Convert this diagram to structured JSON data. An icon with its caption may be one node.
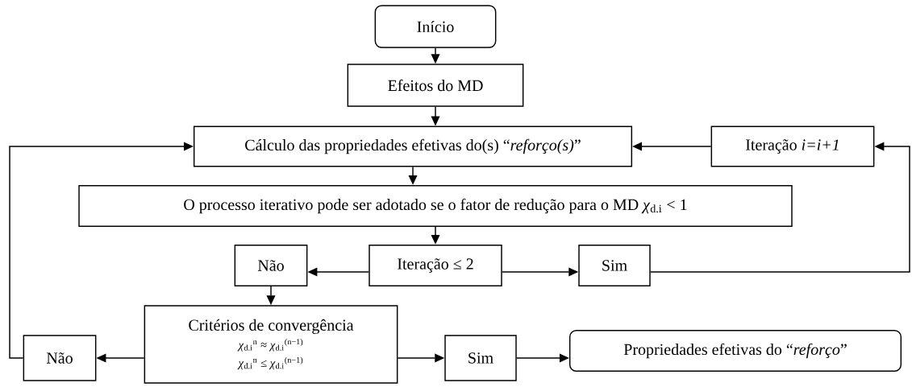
{
  "diagram": {
    "nodes": [
      {
        "text": [
          "Início"
        ]
      },
      {
        "text": [
          "Efeitos do MD"
        ]
      },
      {
        "text": [
          "Cálculo das propriedades efetivas do(s) “*reforço(s)*”"
        ]
      },
      {
        "text": [
          "Iteração *i=i+1*"
        ]
      },
      {
        "text": [
          "O processo iterativo pode ser adotado se o fator de redução para o MD *χ*$_{d.i}$ < 1"
        ]
      },
      {
        "text": [
          "Não"
        ]
      },
      {
        "text": [
          "Iteração ≤ 2"
        ]
      },
      {
        "text": [
          "Sim"
        ]
      },
      {
        "text": [
          "Critérios de convergência",
          "*χ*$_{d.i}$$^{n}$ ≈ *χ*$_{d.i}$$^{(n−1)}$",
          "*χ*$_{d.i}$$^{n}$ ≤ *χ*$_{d.i}$$^{(n−1)}$"
        ]
      },
      {
        "text": [
          "Não"
        ]
      },
      {
        "text": [
          "Sim"
        ]
      },
      {
        "text": [
          "Propriedades efetivas do “*reforço*”"
        ]
      }
    ],
    "edges": [
      {
        "from": 0,
        "to": 1,
        "arrow": "to"
      },
      {
        "from": 1,
        "to": 2,
        "arrow": "to"
      },
      {
        "from": 3,
        "to": 2,
        "arrow": "to"
      },
      {
        "from": 2,
        "to": 4,
        "arrow": "to"
      },
      {
        "from": 4,
        "to": 6,
        "arrow": "to"
      },
      {
        "from": 6,
        "to": 5,
        "arrow": "to"
      },
      {
        "from": 6,
        "to": 7,
        "arrow": "to"
      },
      {
        "from": 5,
        "to": 8,
        "arrow": "to"
      },
      {
        "from": 8,
        "to": 9,
        "arrow": "to"
      },
      {
        "from": 9,
        "to": 2,
        "arrow": "to"
      },
      {
        "from": 8,
        "to": 10,
        "arrow": "to"
      },
      {
        "from": 10,
        "to": 11,
        "arrow": "to"
      },
      {
        "from": 7,
        "to": 3,
        "arrow": "to"
      }
    ]
  }
}
